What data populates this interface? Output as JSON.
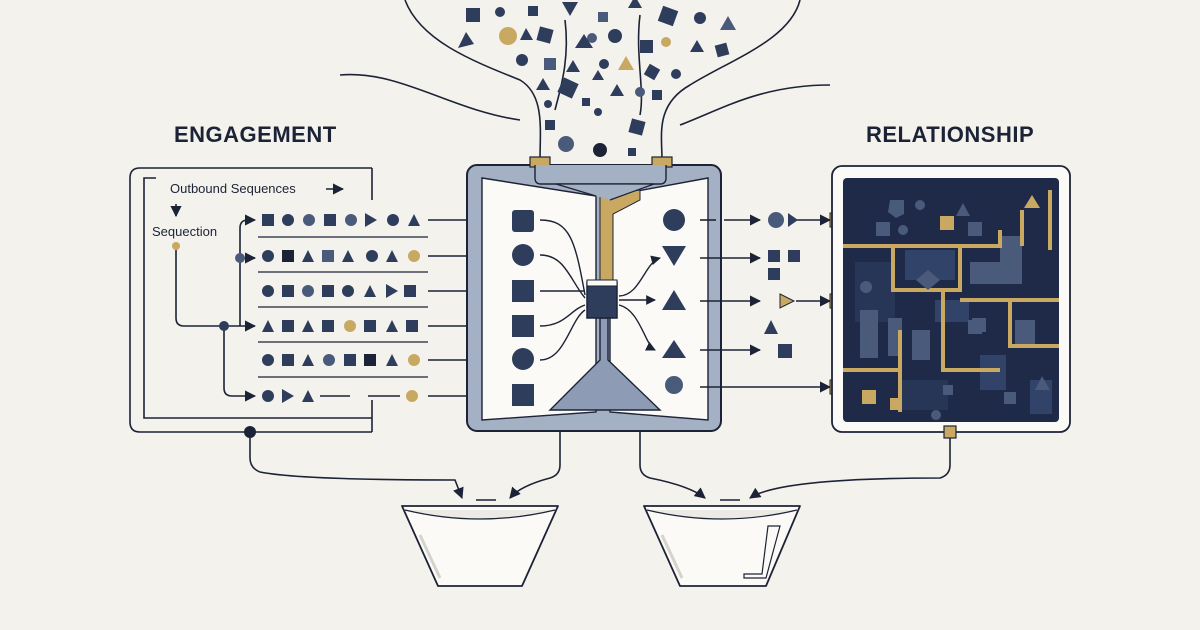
{
  "engagement": {
    "title": "ENGAGEMENT",
    "outbound_label": "Outbound Sequences",
    "sequection_label": "Sequection"
  },
  "relationship": {
    "title": "RELATIONSHIP"
  },
  "colors": {
    "background": "#f4f2ed",
    "navy": "#2f3d5c",
    "dark_navy": "#1c2336",
    "slate": "#4a5a7a",
    "gold": "#c9a862",
    "panel_gray": "#a4b0c4",
    "line": "#1c2336"
  }
}
